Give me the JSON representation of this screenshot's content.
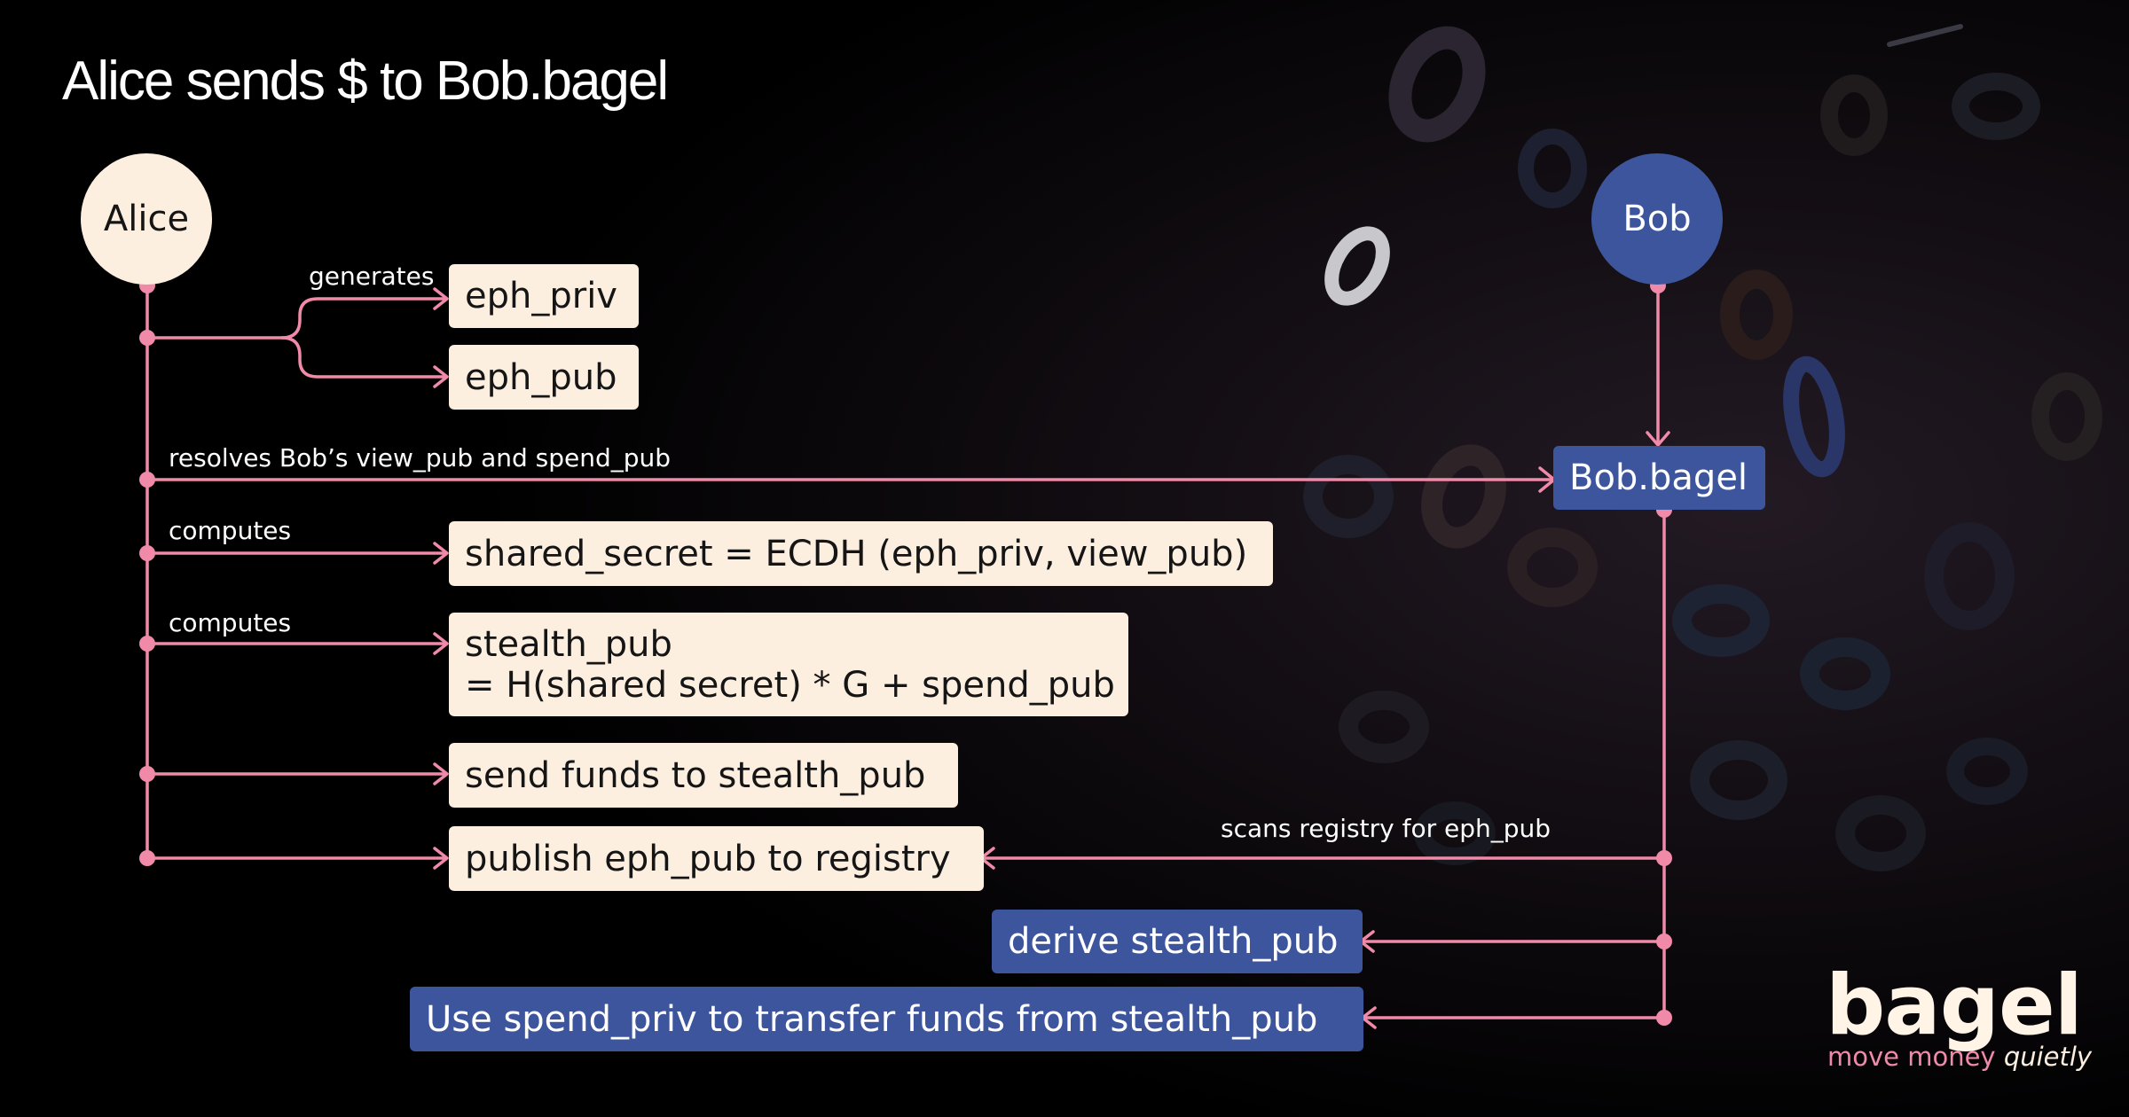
{
  "title": "Alice sends $ to Bob.bagel",
  "actors": {
    "alice": "Alice",
    "bob": "Bob"
  },
  "steps": {
    "eph_priv": "eph_priv",
    "eph_pub": "eph_pub",
    "bob_bagel": "Bob.bagel",
    "shared_secret": "shared_secret = ECDH (eph_priv, view_pub)",
    "stealth_pub_line1": "stealth_pub",
    "stealth_pub_line2": "= H(shared secret) * G + spend_pub",
    "send_funds": "send funds to stealth_pub",
    "publish": "publish eph_pub to registry",
    "derive": "derive stealth_pub",
    "use_spend": "Use spend_priv to transfer funds from stealth_pub"
  },
  "labels": {
    "generates": "generates",
    "resolves": "resolves Bob’s view_pub and spend_pub",
    "computes_1": "computes",
    "computes_2": "computes",
    "scans": "scans registry for eph_pub"
  },
  "logo": {
    "word": "bagel",
    "tag_plain": "move money ",
    "tag_em": "quietly"
  },
  "colors": {
    "line": "#f08aa8",
    "cream": "#fdefe0",
    "blue": "#3d559c",
    "background": "#000000"
  }
}
